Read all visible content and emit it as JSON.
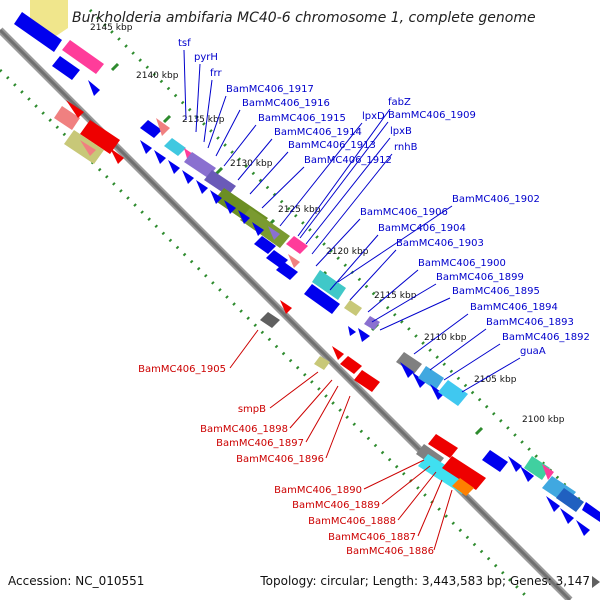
{
  "title": "Burkholderia ambifaria MC40-6 chromosome 1, complete genome",
  "accession": "Accession: NC_010551",
  "topology": "Topology: circular; Length: 3,443,583 bp; Genes: 3,147",
  "colors": {
    "forward_label": "#0000cc",
    "reverse_label": "#cc0000",
    "backbone": "#808080",
    "tick": "#2e8b2e"
  },
  "ticks": [
    "2145 kbp",
    "2140 kbp",
    "2135 kbp",
    "2130 kbp",
    "2125 kbp",
    "2120 kbp",
    "2115 kbp",
    "2110 kbp",
    "2105 kbp",
    "2100 kbp"
  ],
  "forward_labels": [
    "tsf",
    "pyrH",
    "frr",
    "BamMC406_1917",
    "BamMC406_1916",
    "BamMC406_1915",
    "BamMC406_1914",
    "BamMC406_1913",
    "BamMC406_1912",
    "lpxD",
    "fabZ",
    "BamMC406_1909",
    "lpxB",
    "rnhB",
    "BamMC406_1906",
    "BamMC406_1902",
    "BamMC406_1904",
    "BamMC406_1903",
    "BamMC406_1900",
    "BamMC406_1899",
    "BamMC406_1895",
    "BamMC406_1894",
    "BamMC406_1893",
    "BamMC406_1892",
    "guaA"
  ],
  "reverse_labels": [
    "BamMC406_1905",
    "smpB",
    "BamMC406_1898",
    "BamMC406_1897",
    "BamMC406_1896",
    "BamMC406_1890",
    "BamMC406_1889",
    "BamMC406_1888",
    "BamMC406_1887",
    "BamMC406_1886"
  ]
}
